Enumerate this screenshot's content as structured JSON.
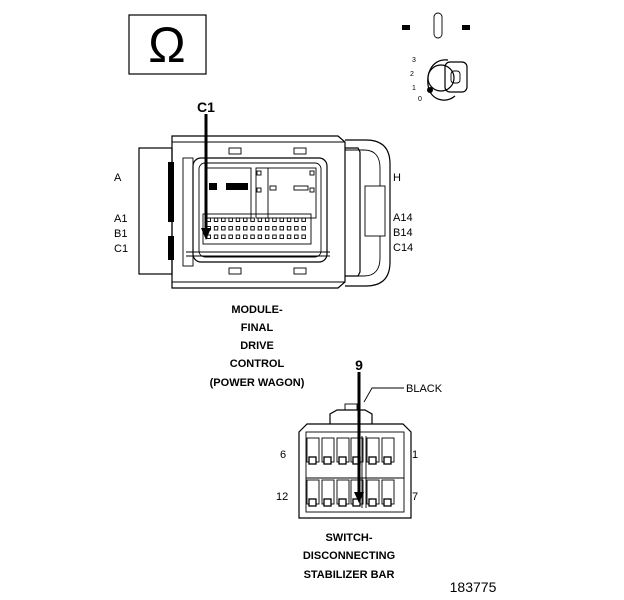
{
  "ohm_symbol": "Ω",
  "ignition": {
    "positions": [
      "3",
      "2",
      "1",
      "0"
    ]
  },
  "module_connector": {
    "callout": "C1",
    "label_a": "A",
    "label_a1": "A1",
    "label_b1": "B1",
    "label_c1": "C1",
    "label_h": "H",
    "label_a14": "A14",
    "label_b14": "B14",
    "label_c14": "C14"
  },
  "module_caption": [
    "MODULE-",
    "FINAL",
    "DRIVE",
    "CONTROL",
    "(POWER WAGON)"
  ],
  "switch_connector": {
    "callout": "9",
    "wire_color": "BLACK",
    "pin_6": "6",
    "pin_1": "1",
    "pin_12": "12",
    "pin_7": "7"
  },
  "switch_caption": [
    "SWITCH-",
    "DISCONNECTING",
    "STABILIZER BAR"
  ],
  "figure_number": "183775"
}
